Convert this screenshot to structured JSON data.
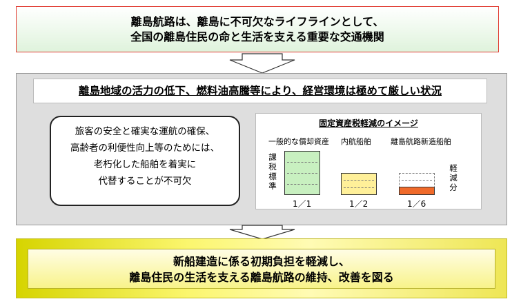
{
  "header": {
    "line1": "離島航路は、離島に不可欠なライフラインとして、",
    "line2": "全国の離島住民の命と生活を支える重要な交通機関"
  },
  "situation": {
    "banner": "離島地域の活力の低下、燃料油高騰等により、経営環境は極めて厳しい状況",
    "note_lines": [
      "旅客の安全と確実な運航の確保、",
      "高齢者の利便性向上等のためには、",
      "老朽化した船舶を着実に",
      "代替することが不可欠"
    ]
  },
  "tax_image": {
    "title": "固定資産税軽減のイメージ",
    "side_label_chars": [
      "課",
      "税",
      "標",
      "準"
    ],
    "reduction_label_chars": [
      "軽",
      "減",
      "分"
    ],
    "columns": [
      {
        "label": "一般的な償却資産",
        "ratio_text": "1／1",
        "ratio": 1.0,
        "color": "#c8f0c0"
      },
      {
        "label": "内航船舶",
        "ratio_text": "1／2",
        "ratio": 0.5,
        "color": "#fff099"
      },
      {
        "label": "離島航路新造船舶",
        "ratio_text": "1／6",
        "ratio": 0.1667,
        "color": "#f06a2a"
      }
    ]
  },
  "conclusion": {
    "line1": "新船建造に係る初期負担を軽減し、",
    "line2": "離島住民の生活を支える離島航路の維持、改善を図る"
  },
  "colors": {
    "top_border": "#e0392f",
    "panel_bg": "#dedede",
    "conclusion_bg": "#f8f38a"
  }
}
